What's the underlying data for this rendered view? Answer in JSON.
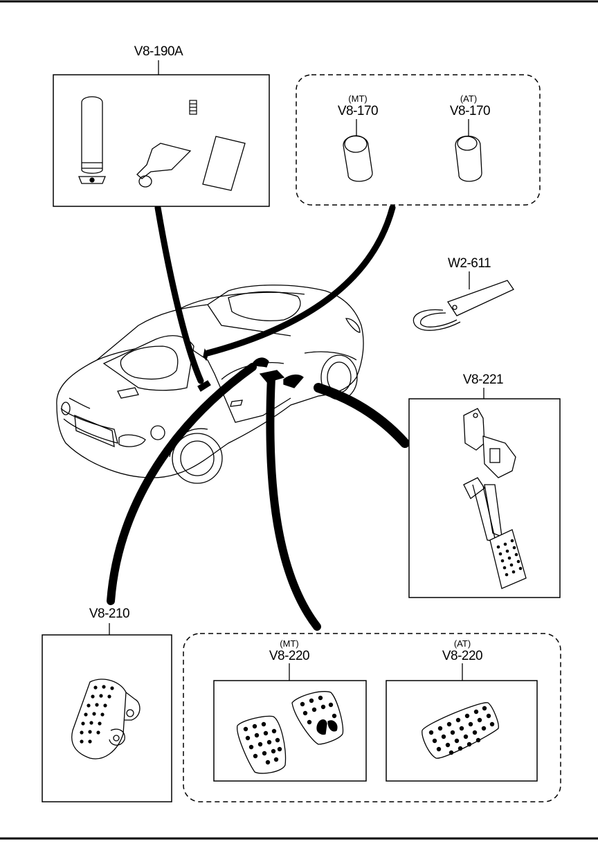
{
  "parts": {
    "v8_190a": {
      "code": "V8-190A"
    },
    "v8_170_mt": {
      "code": "V8-170",
      "variant": "(MT)"
    },
    "v8_170_at": {
      "code": "V8-170",
      "variant": "(AT)"
    },
    "w2_611": {
      "code": "W2-611"
    },
    "v8_221": {
      "code": "V8-221"
    },
    "v8_210": {
      "code": "V8-210"
    },
    "v8_220_mt": {
      "code": "V8-220",
      "variant": "(MT)"
    },
    "v8_220_at": {
      "code": "V8-220",
      "variant": "(AT)"
    }
  },
  "icons": {
    "car": "car-illustration",
    "ebrake": "e-brake-grip-icon",
    "shift_knob": "shift-knob-icon",
    "key_strap": "key-strap-icon",
    "accel_pedal": "accelerator-pedal-assembly-icon",
    "dead_pedal": "foot-rest-pedal-icon",
    "pedal_pad": "pedal-pad-icon"
  }
}
